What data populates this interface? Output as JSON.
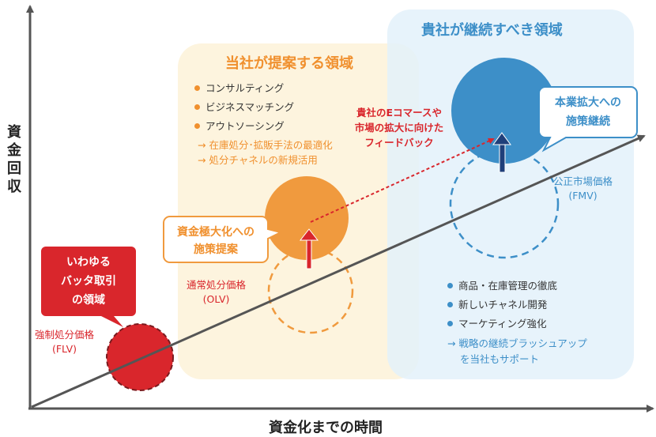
{
  "axes": {
    "y_label": [
      "資",
      "金",
      "回",
      "収"
    ],
    "x_label": "資金化までの時間"
  },
  "regions": {
    "ours": {
      "title": "当社が提案する領域",
      "color": "#fdf3dc",
      "title_color": "#f0902e"
    },
    "yours": {
      "title": "貴社が継続すべき領域",
      "color": "#e3f1fa",
      "title_color": "#3d8fc8"
    }
  },
  "ours_list": {
    "bullets": [
      "コンサルティング",
      "ビジネスマッチング",
      "アウトソーシング"
    ],
    "arrows": [
      "→ 在庫処分･拡販手法の最適化",
      "→ 処分チャネルの新規活用"
    ],
    "bullet_color": "#f0902e"
  },
  "yours_list": {
    "bullets": [
      "商品・在庫管理の徹底",
      "新しいチャネル開発",
      "マーケティング強化"
    ],
    "arrows": [
      "→ 戦略の継続ブラッシュアップ",
      "を当社もサポート"
    ],
    "bullet_color": "#3d8fc8"
  },
  "values": {
    "flv": [
      "強制処分価格",
      "(FLV)"
    ],
    "olv": [
      "通常処分価格",
      "(OLV)"
    ],
    "fmv": [
      "公正市場価格",
      "(FMV)"
    ]
  },
  "callouts": {
    "batta": [
      "いわゆる",
      "バッタ取引",
      "の領域"
    ],
    "maximize": [
      "資金極大化への",
      "施策提案"
    ],
    "expand": [
      "本業拡大への",
      "施策継続"
    ],
    "feedback": [
      "貴社のEコマースや",
      "市場の拡大に向けた",
      "フィードバック"
    ]
  },
  "colors": {
    "red": "#d9262c",
    "orange": "#f09a3e",
    "blue": "#3d8fc8",
    "navy": "#1f3f7a",
    "axis": "#555555"
  }
}
